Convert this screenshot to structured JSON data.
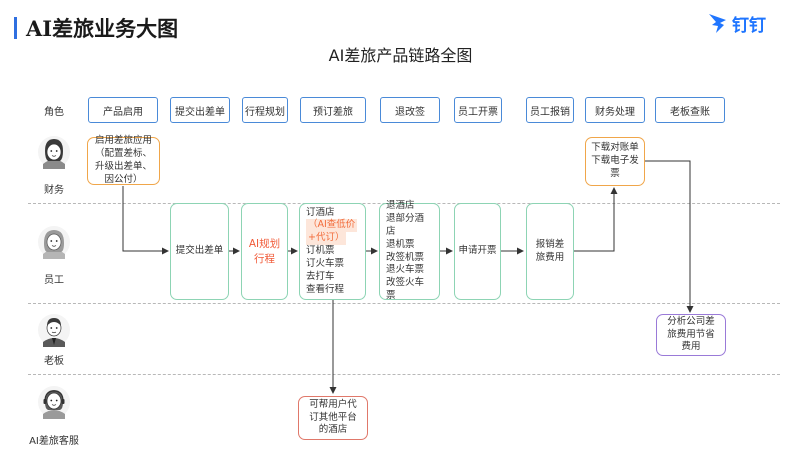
{
  "page": {
    "title": "AI差旅业务大图"
  },
  "brand": {
    "name": "钉钉",
    "icon": "dingtalk-logo-icon",
    "color": "#1f75ff"
  },
  "diagram": {
    "title": "AI差旅产品链路全图",
    "header_label": "角色",
    "columns": [
      "产品启用",
      "提交出差单",
      "行程规划",
      "预订差旅",
      "退改签",
      "员工开票",
      "员工报销",
      "财务处理",
      "老板查账"
    ],
    "roles": [
      "财务",
      "员工",
      "老板",
      "AI差旅客服"
    ],
    "nodes": {
      "enable": "启用差旅应用（配置差标、升级出差单、因公付）",
      "submit": "提交出差单",
      "plan_part1": "AI规划",
      "plan_part2": "行程",
      "book_line1": "订酒店",
      "book_highlight_1": "（AI查低价",
      "book_highlight_2": "+代订）",
      "book_line2": "订机票",
      "book_line3": "订火车票",
      "book_line4": "去打车",
      "book_line5": "查看行程",
      "refund_1": "退酒店",
      "refund_2": "退部分酒店",
      "refund_3": "退机票",
      "refund_4": "改签机票",
      "refund_5": "退火车票",
      "refund_6": "改签火车票",
      "invoice": "申请开票",
      "reimburse": "报销差旅费用",
      "finance": "下载对账单\n下载电子发票",
      "boss": "分析公司差旅费用节省费用",
      "service": "可帮用户代订其他平台的酒店"
    }
  },
  "colors": {
    "header_border": "#4a8ad8",
    "finance_node": "#f0a64a",
    "employee_node": "#8dd4b4",
    "boss_node": "#9a7ad8",
    "service_node": "#e0786a",
    "highlight": "#f26b3a"
  }
}
